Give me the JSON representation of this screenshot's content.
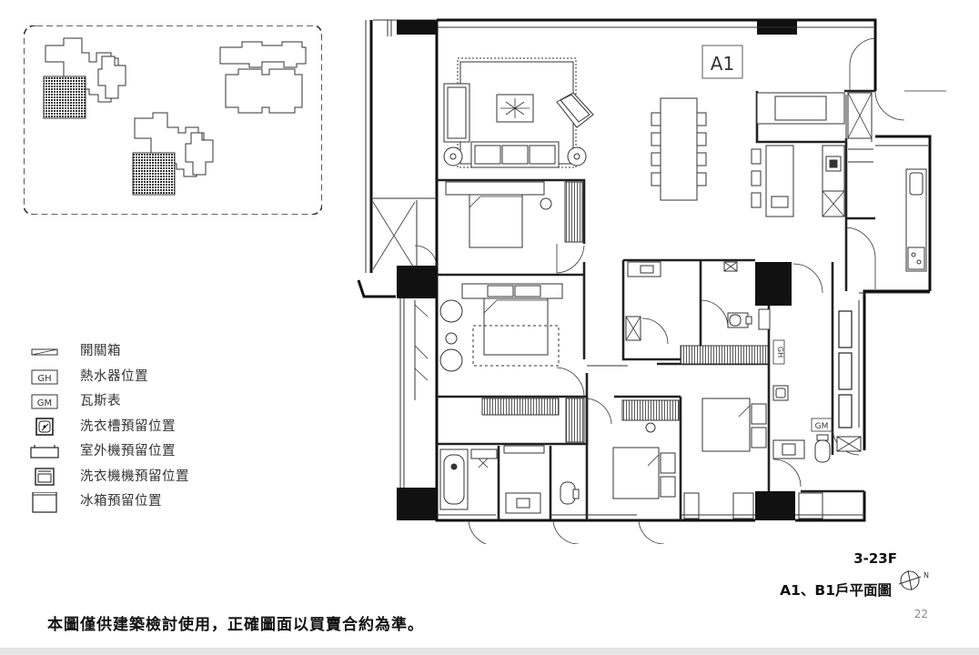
{
  "plan": {
    "unit_label": "A1",
    "floor_range": "3-23F",
    "title": "A1、B1戶平面圖",
    "compass_letter": "N",
    "meter_tags": {
      "gas_heater": "GH",
      "gas_meter": "GM"
    }
  },
  "legend": {
    "items": [
      {
        "symbol": "switch-box-icon",
        "symbol_text": "",
        "label": "開關箱"
      },
      {
        "symbol": "water-heater-tag-icon",
        "symbol_text": "GH",
        "label": "熱水器位置"
      },
      {
        "symbol": "gas-meter-tag-icon",
        "symbol_text": "GM",
        "label": "瓦斯表"
      },
      {
        "symbol": "laundry-sink-icon",
        "symbol_text": "",
        "label": "洗衣槽預留位置"
      },
      {
        "symbol": "outdoor-unit-icon",
        "symbol_text": "",
        "label": "室外機預留位置"
      },
      {
        "symbol": "washing-machine-icon",
        "symbol_text": "",
        "label": "洗衣機機預留位置"
      },
      {
        "symbol": "refrigerator-icon",
        "symbol_text": "",
        "label": "冰箱預留位置"
      }
    ]
  },
  "footer": {
    "disclaimer": "本圖僅供建築檢討使用，正確圖面以買賣合約為準。",
    "page_number": "22"
  },
  "colors": {
    "wall": "#111111",
    "line": "#333333",
    "keymap_border": "#333333"
  }
}
